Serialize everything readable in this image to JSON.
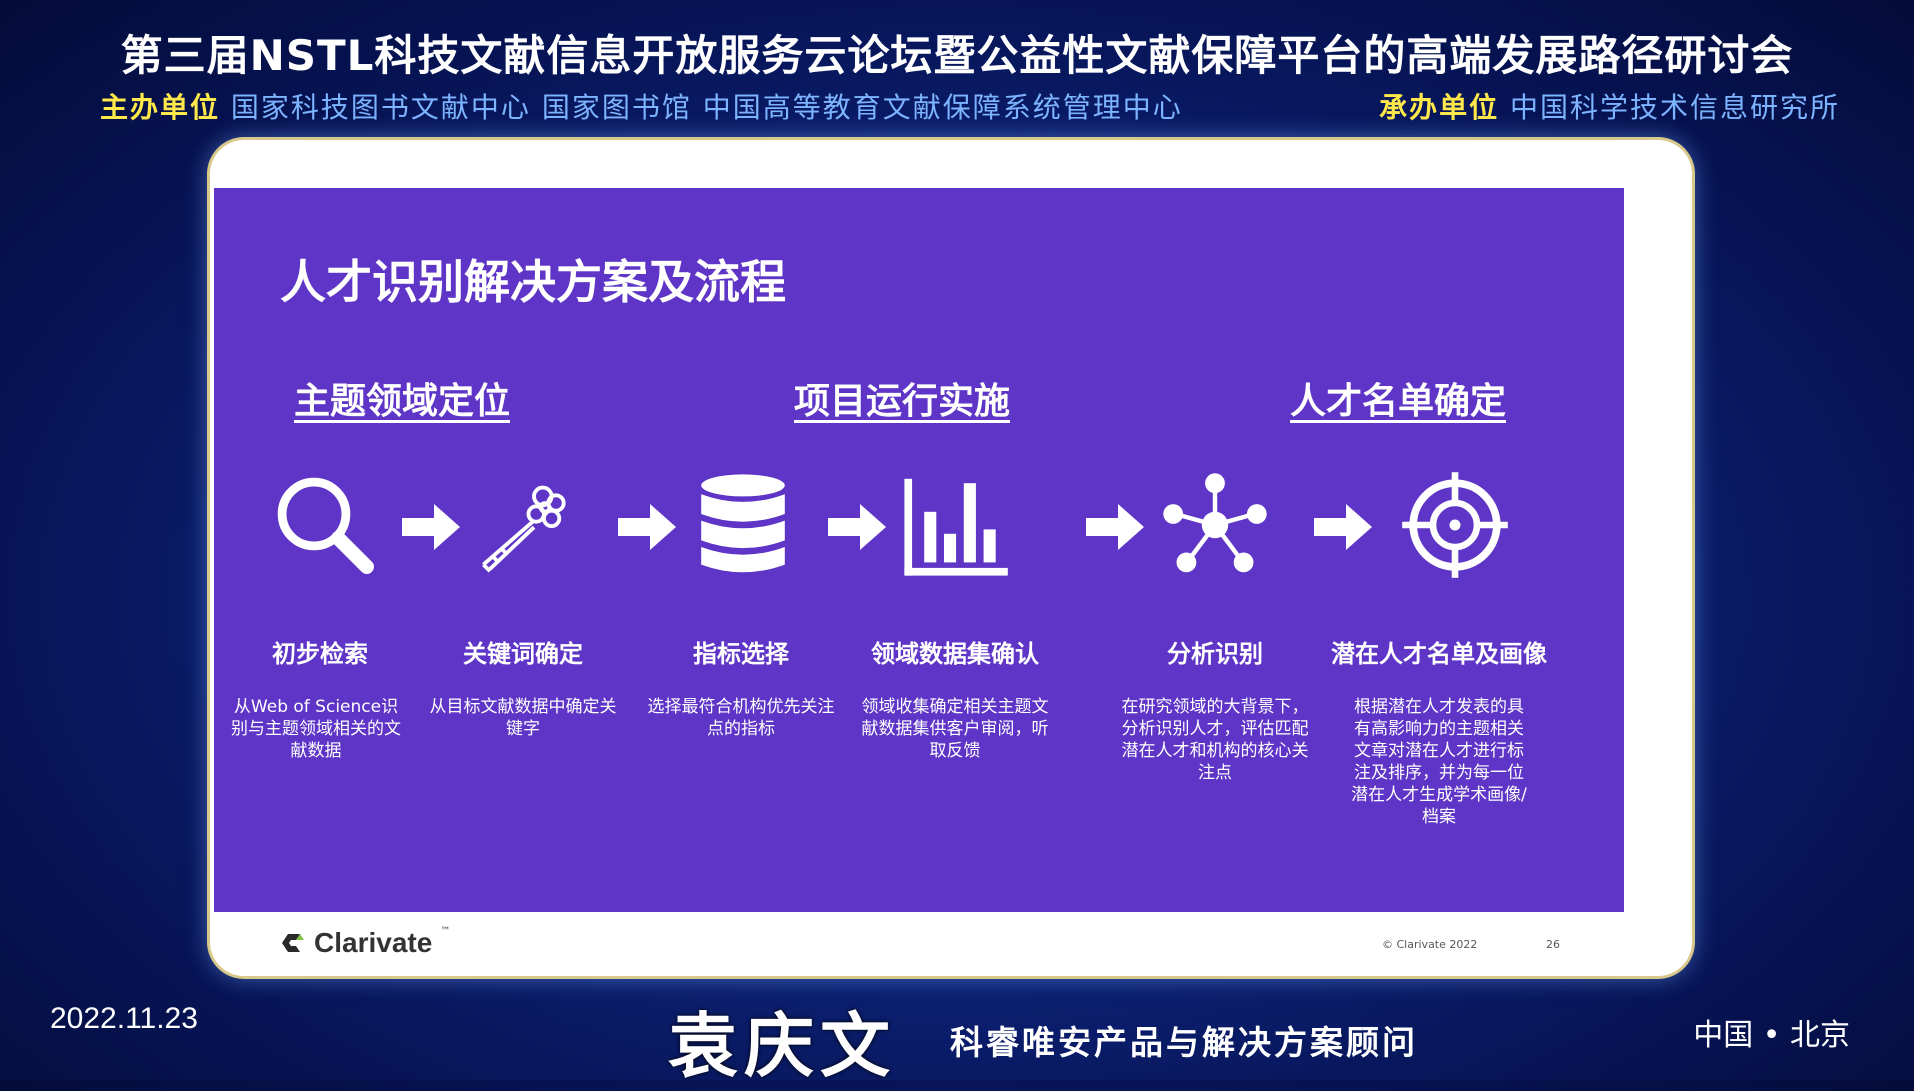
{
  "conference": {
    "title": "第三届NSTL科技文献信息开放服务云论坛暨公益性文献保障平台的高端发展路径研讨会",
    "host_label": "主办单位",
    "host_value": "国家科技图书文献中心  国家图书馆  中国高等教育文献保障系统管理中心",
    "organizer_label": "承办单位",
    "organizer_value": "中国科学技术信息研究所"
  },
  "slide": {
    "title": "人才识别解决方案及流程",
    "phases": [
      "主题领域定位",
      "项目运行实施",
      "人才名单确定"
    ],
    "steps": [
      {
        "icon": "search-icon",
        "title": "初步检索",
        "desc": "从Web of Science识别与主题领域相关的文献数据"
      },
      {
        "icon": "key-icon",
        "title": "关键词确定",
        "desc": "从目标文献数据中确定关键字"
      },
      {
        "icon": "database-icon",
        "title": "指标选择",
        "desc": "选择最符合机构优先关注点的指标"
      },
      {
        "icon": "bar-chart-icon",
        "title": "领域数据集确认",
        "desc": "领域收集确定相关主题文献数据集供客户审阅，听取反馈"
      },
      {
        "icon": "network-icon",
        "title": "分析识别",
        "desc": "在研究领域的大背景下，分析识别人才，评估匹配潜在人才和机构的核心关注点"
      },
      {
        "icon": "target-icon",
        "title": "潜在人才名单及画像",
        "desc": "根据潜在人才发表的具有高影响力的主题相关文章对潜在人才进行标注及排序，并为每一位潜在人才生成学术画像/档案"
      }
    ],
    "logo_text": "Clarivate",
    "trademark": "™",
    "copyright": "© Clarivate 2022",
    "page_number": "26",
    "colors": {
      "slide_bg": "#5e35c7",
      "accent_yellow": "#ffe84a",
      "accent_blue": "#7db4ff"
    }
  },
  "footer": {
    "date": "2022.11.23",
    "speaker_name": "袁庆文",
    "speaker_role": "科睿唯安产品与解决方案顾问",
    "location": "中国 • 北京"
  }
}
